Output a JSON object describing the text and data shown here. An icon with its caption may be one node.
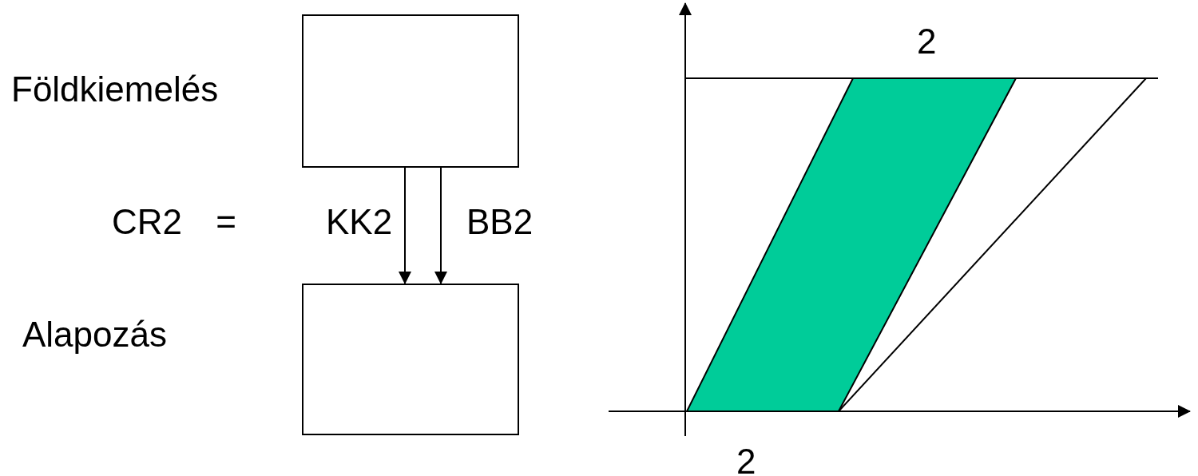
{
  "diagram": {
    "nodes": [
      {
        "text": [],
        "shape": "box",
        "beside": [
          "Földkiemelés"
        ]
      },
      {
        "text": [],
        "shape": "box",
        "beside": [
          "Alapozás"
        ]
      }
    ],
    "edges": [
      {
        "from": 0,
        "to": 1,
        "arrow": "to",
        "label": "KK2"
      },
      {
        "from": 0,
        "to": 1,
        "arrow": "to",
        "label": "BB2"
      }
    ],
    "labels": [
      "2",
      "CR2 =",
      "2"
    ]
  }
}
